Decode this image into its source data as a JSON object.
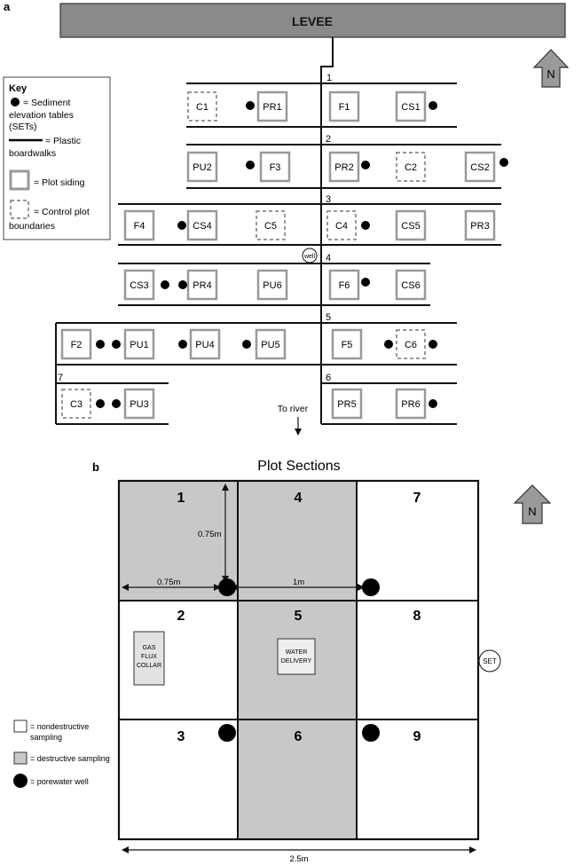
{
  "panel_a": {
    "label": "a",
    "levee": "LEVEE",
    "north": "N",
    "key": {
      "title": "Key",
      "set_text": [
        "= Sediment",
        "elevation tables",
        "(SETs)"
      ],
      "boardwalk_text": [
        "= Plastic",
        "boardwalks"
      ],
      "siding_text": [
        "= Plot siding"
      ],
      "control_text": [
        "= Control plot",
        "boundaries"
      ]
    },
    "walk_numbers": [
      "1",
      "2",
      "3",
      "4",
      "5",
      "6",
      "7"
    ],
    "plots": [
      "C1",
      "PR1",
      "F1",
      "CS1",
      "PU2",
      "F3",
      "PR2",
      "C2",
      "CS2",
      "F4",
      "CS4",
      "C5",
      "C4",
      "CS5",
      "PR3",
      "CS3",
      "PR4",
      "PU6",
      "F6",
      "CS6",
      "F2",
      "PU1",
      "PU4",
      "PU5",
      "F5",
      "C6",
      "C3",
      "PU3",
      "PR5",
      "PR6"
    ],
    "well": "well",
    "to_river": "To river"
  },
  "panel_b": {
    "label": "b",
    "title": "Plot Sections",
    "north": "N",
    "cell_numbers": [
      "1",
      "4",
      "7",
      "2",
      "5",
      "8",
      "3",
      "6",
      "9"
    ],
    "dim_075_vertical": "0.75m",
    "dim_075_horizontal": "0.75m",
    "dim_1m": "1m",
    "dim_25m": "2.5m",
    "gas_flux": [
      "GAS",
      "FLUX",
      "COLLAR"
    ],
    "water_delivery": [
      "WATER",
      "DELIVERY"
    ],
    "set": "SET",
    "legend": {
      "nondestructive": [
        "= nondestructive",
        "sampling"
      ],
      "destructive": "= destructive sampling",
      "porewater": "= porewater well"
    },
    "colors": {
      "shaded": "#c8c8c8",
      "levee": "#8a8a8a",
      "siding": "#999999"
    }
  }
}
